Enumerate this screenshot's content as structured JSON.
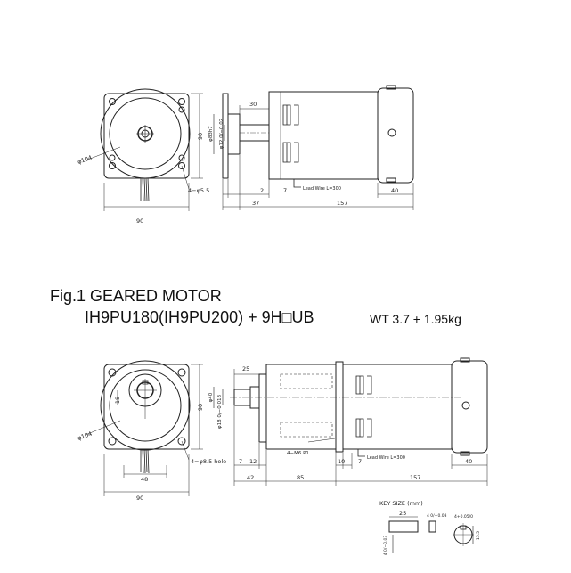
{
  "heading": {
    "fig_title": "Fig.1 GEARED MOTOR",
    "model": "IH9PU180(IH9PU200) + 9H□UB",
    "weight": "WT 3.7 + 1.95kg"
  },
  "top_drawing": {
    "front": {
      "width": "90",
      "height": "90",
      "pcd": "φ104",
      "holes": "4−φ5.5"
    },
    "side": {
      "shaft_len": "30",
      "dia_shaft": "φ12 0/−0.02",
      "dia_pilot": "φ83h7",
      "lead": "Lead Wire L=300",
      "dim_2": "2",
      "dim_7": "7",
      "dim_40": "40",
      "dim_37": "37",
      "dim_157": "157"
    }
  },
  "bottom_drawing": {
    "front": {
      "width": "90",
      "height": "90",
      "pcd": "φ104",
      "holes": "4−φ8.5 hole",
      "dim_18": "18",
      "dim_48": "48"
    },
    "side": {
      "shaft_len": "25",
      "dia_shaft": "φ40",
      "dia_pilot": "φ18 0/−0.018",
      "lead": "Lead Wire L=300",
      "tap": "4−M6 P1",
      "dim_7": "7",
      "dim_12": "12",
      "dim_10": "10",
      "dim_7b": "7",
      "dim_40": "40",
      "dim_42": "42",
      "dim_85": "85",
      "dim_157": "157"
    }
  },
  "key_size": {
    "title": "KEY SIZE (mm)",
    "len": "25",
    "width": "4 0/−0.03",
    "height": "4 0/−0.03",
    "groove": "4+0.05/0",
    "depth": "15.5"
  }
}
